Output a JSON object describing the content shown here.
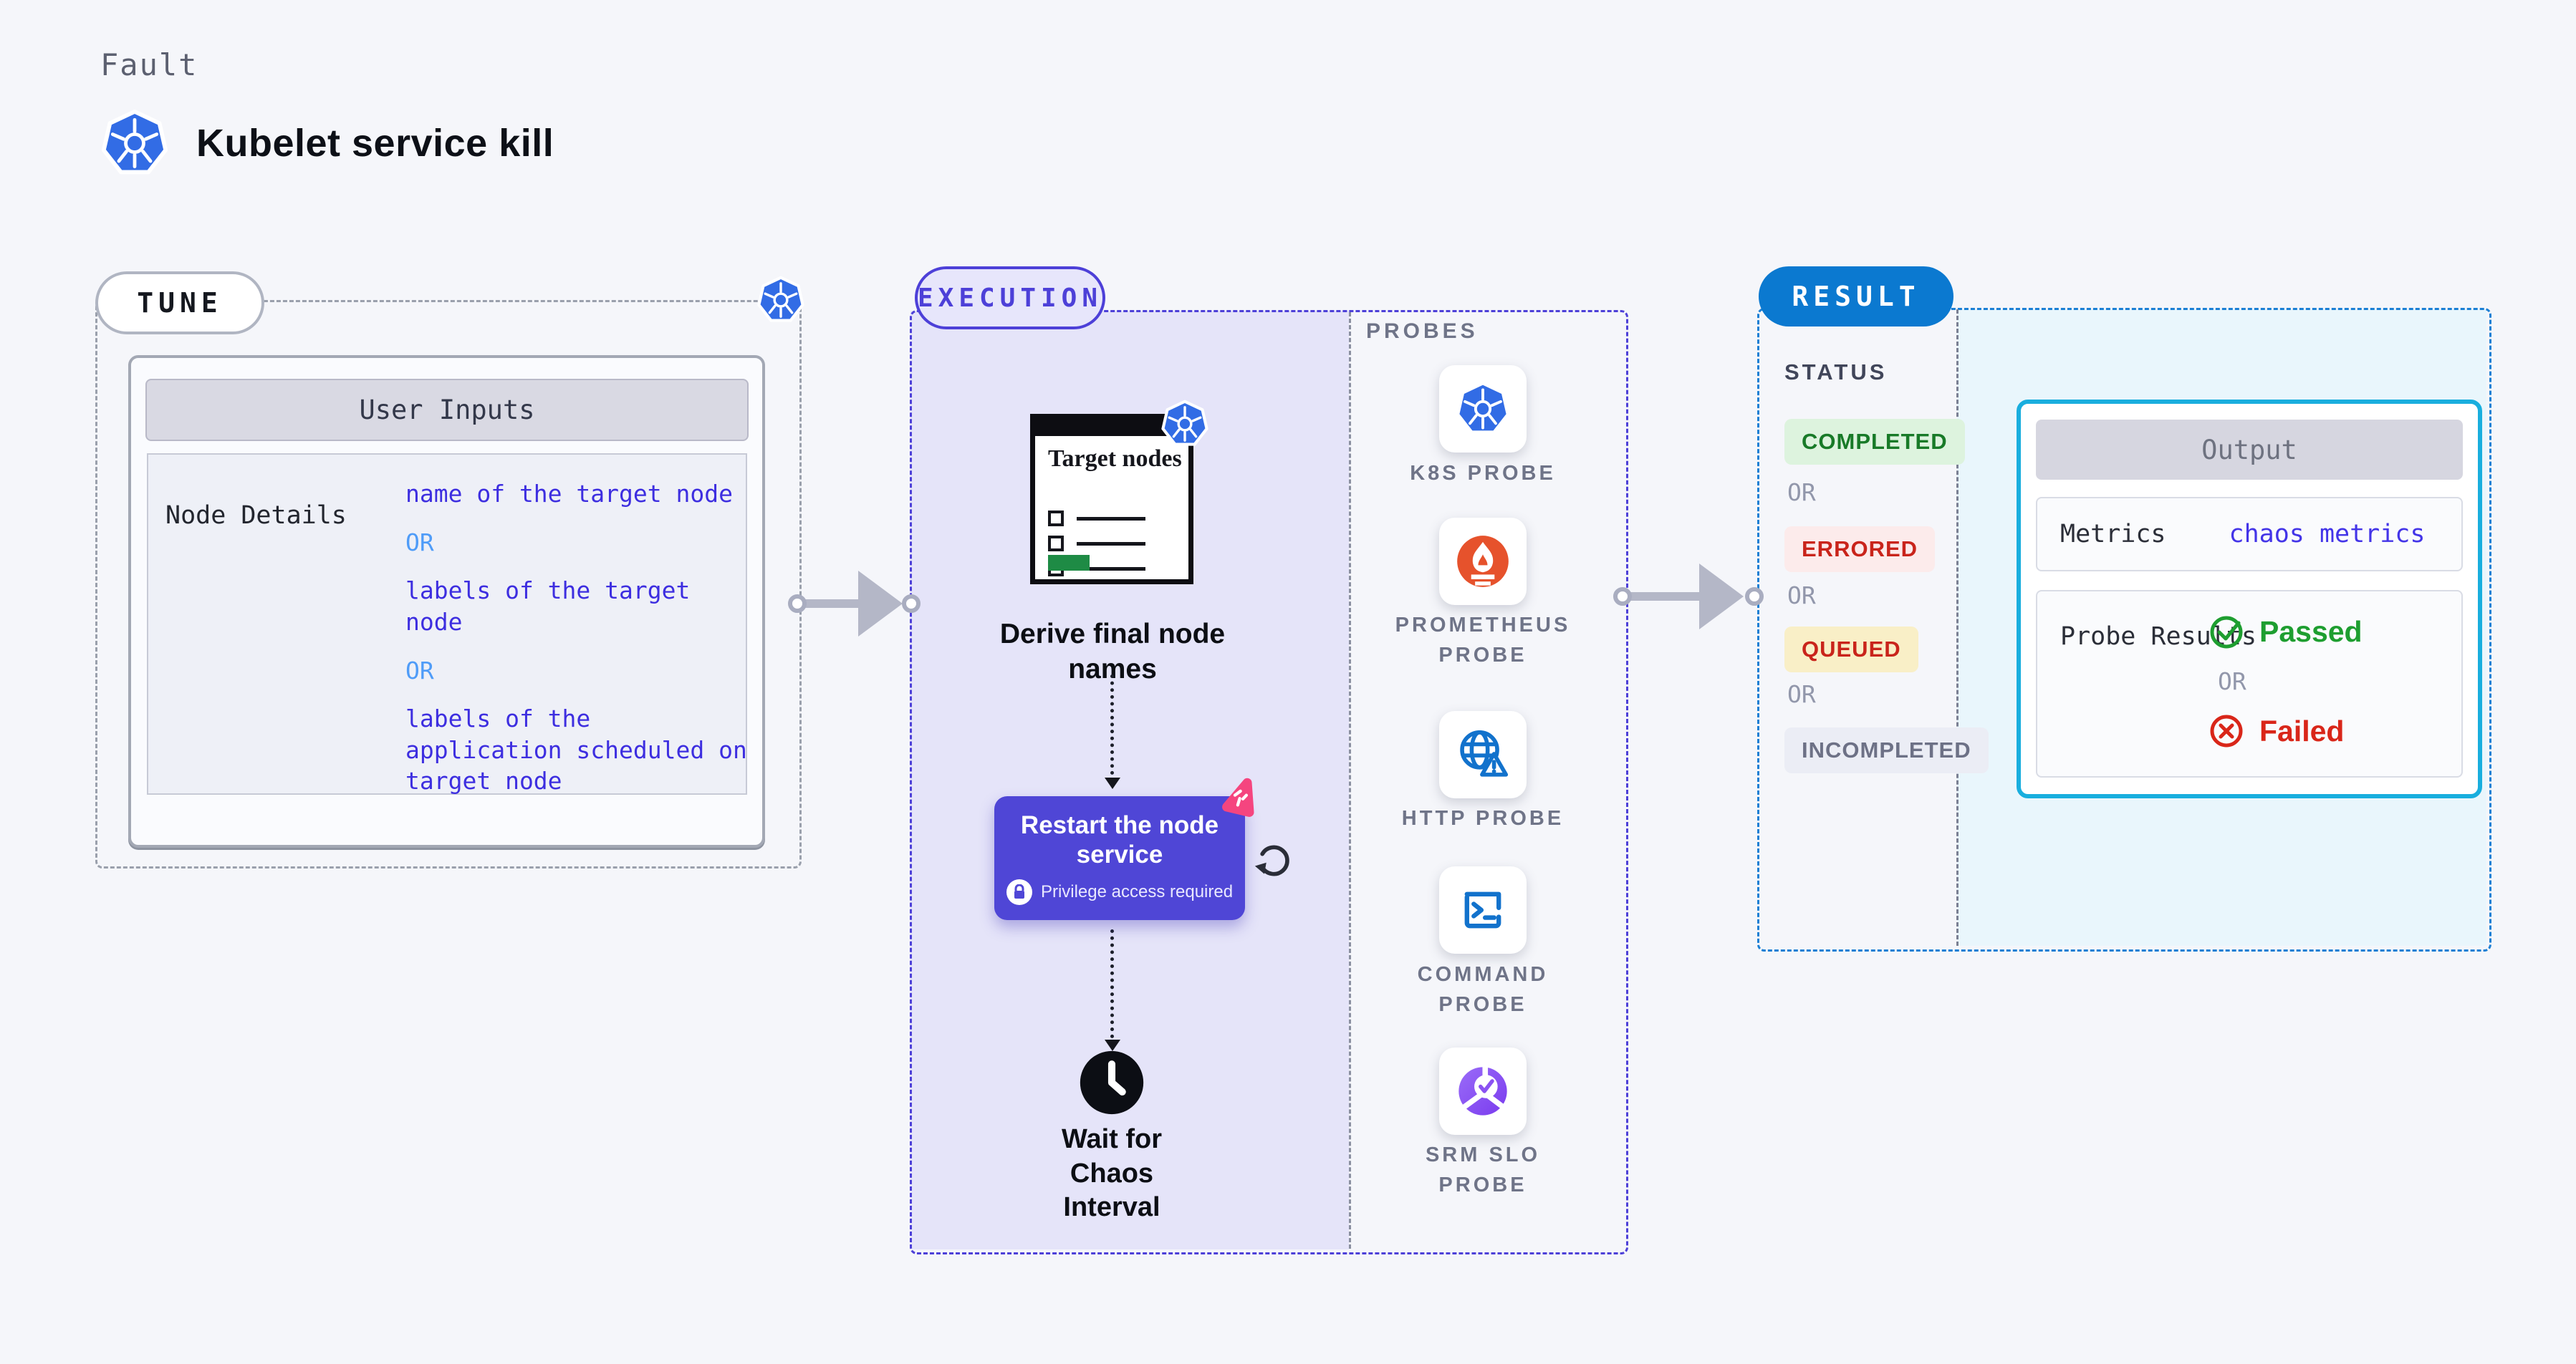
{
  "page": {
    "kind_label": "Fault",
    "title": "Kubelet service kill"
  },
  "tune": {
    "label": "TUNE",
    "table_header": "User Inputs",
    "row_label": "Node Details",
    "or_label": "OR",
    "options": [
      "name of the target node",
      "labels of the target node",
      "labels of the application scheduled on target node"
    ]
  },
  "execution": {
    "label": "EXECUTION",
    "doc_title": "Target nodes",
    "step_derive": "Derive final node names",
    "restart_title": "Restart the node service",
    "restart_badge": "Privilege access required",
    "step_wait": "Wait for Chaos Interval"
  },
  "probes": {
    "label": "PROBES",
    "items": [
      {
        "label": "K8S PROBE",
        "icon": "kubernetes-icon"
      },
      {
        "label": "PROMETHEUS PROBE",
        "icon": "prometheus-icon"
      },
      {
        "label": "HTTP PROBE",
        "icon": "globe-warning-icon"
      },
      {
        "label": "COMMAND PROBE",
        "icon": "terminal-icon"
      },
      {
        "label": "SRM SLO PROBE",
        "icon": "slo-pie-check-icon"
      }
    ]
  },
  "result": {
    "label": "RESULT",
    "status_label": "STATUS",
    "or_label": "OR",
    "statuses": [
      {
        "label": "COMPLETED",
        "bg": "#ddf3de",
        "color": "#187a28"
      },
      {
        "label": "ERRORED",
        "bg": "#fcebeb",
        "color": "#c9241b"
      },
      {
        "label": "QUEUED",
        "bg": "#f9efc7",
        "color": "#c9241b"
      },
      {
        "label": "INCOMPLETED",
        "bg": "#ebedf5",
        "color": "#6d7186"
      }
    ],
    "output": {
      "header": "Output",
      "metrics_label": "Metrics",
      "metrics_value": "chaos metrics",
      "probe_results_label": "Probe Results",
      "passed_label": "Passed",
      "failed_label": "Failed",
      "or_label": "OR"
    }
  },
  "colors": {
    "page_bg": "#f5f6fa",
    "kubernetes_blue": "#326ce5",
    "execution_purple_bg": "#e5e4f9",
    "execution_border": "#4d40d8",
    "restart_card": "#4f46d6",
    "result_blue": "#0b79d0",
    "result_cyan_bg": "#e9f6fc",
    "output_border": "#19aede",
    "option_text_blue": "#3d2ee0",
    "or_light_blue": "#4f9cf8",
    "passed_green": "#1e9e30",
    "failed_red": "#d92619",
    "prometheus_orange": "#e6522c",
    "litmus_pink": "#f5457f",
    "arrow_gray": "#b4b7c7"
  }
}
